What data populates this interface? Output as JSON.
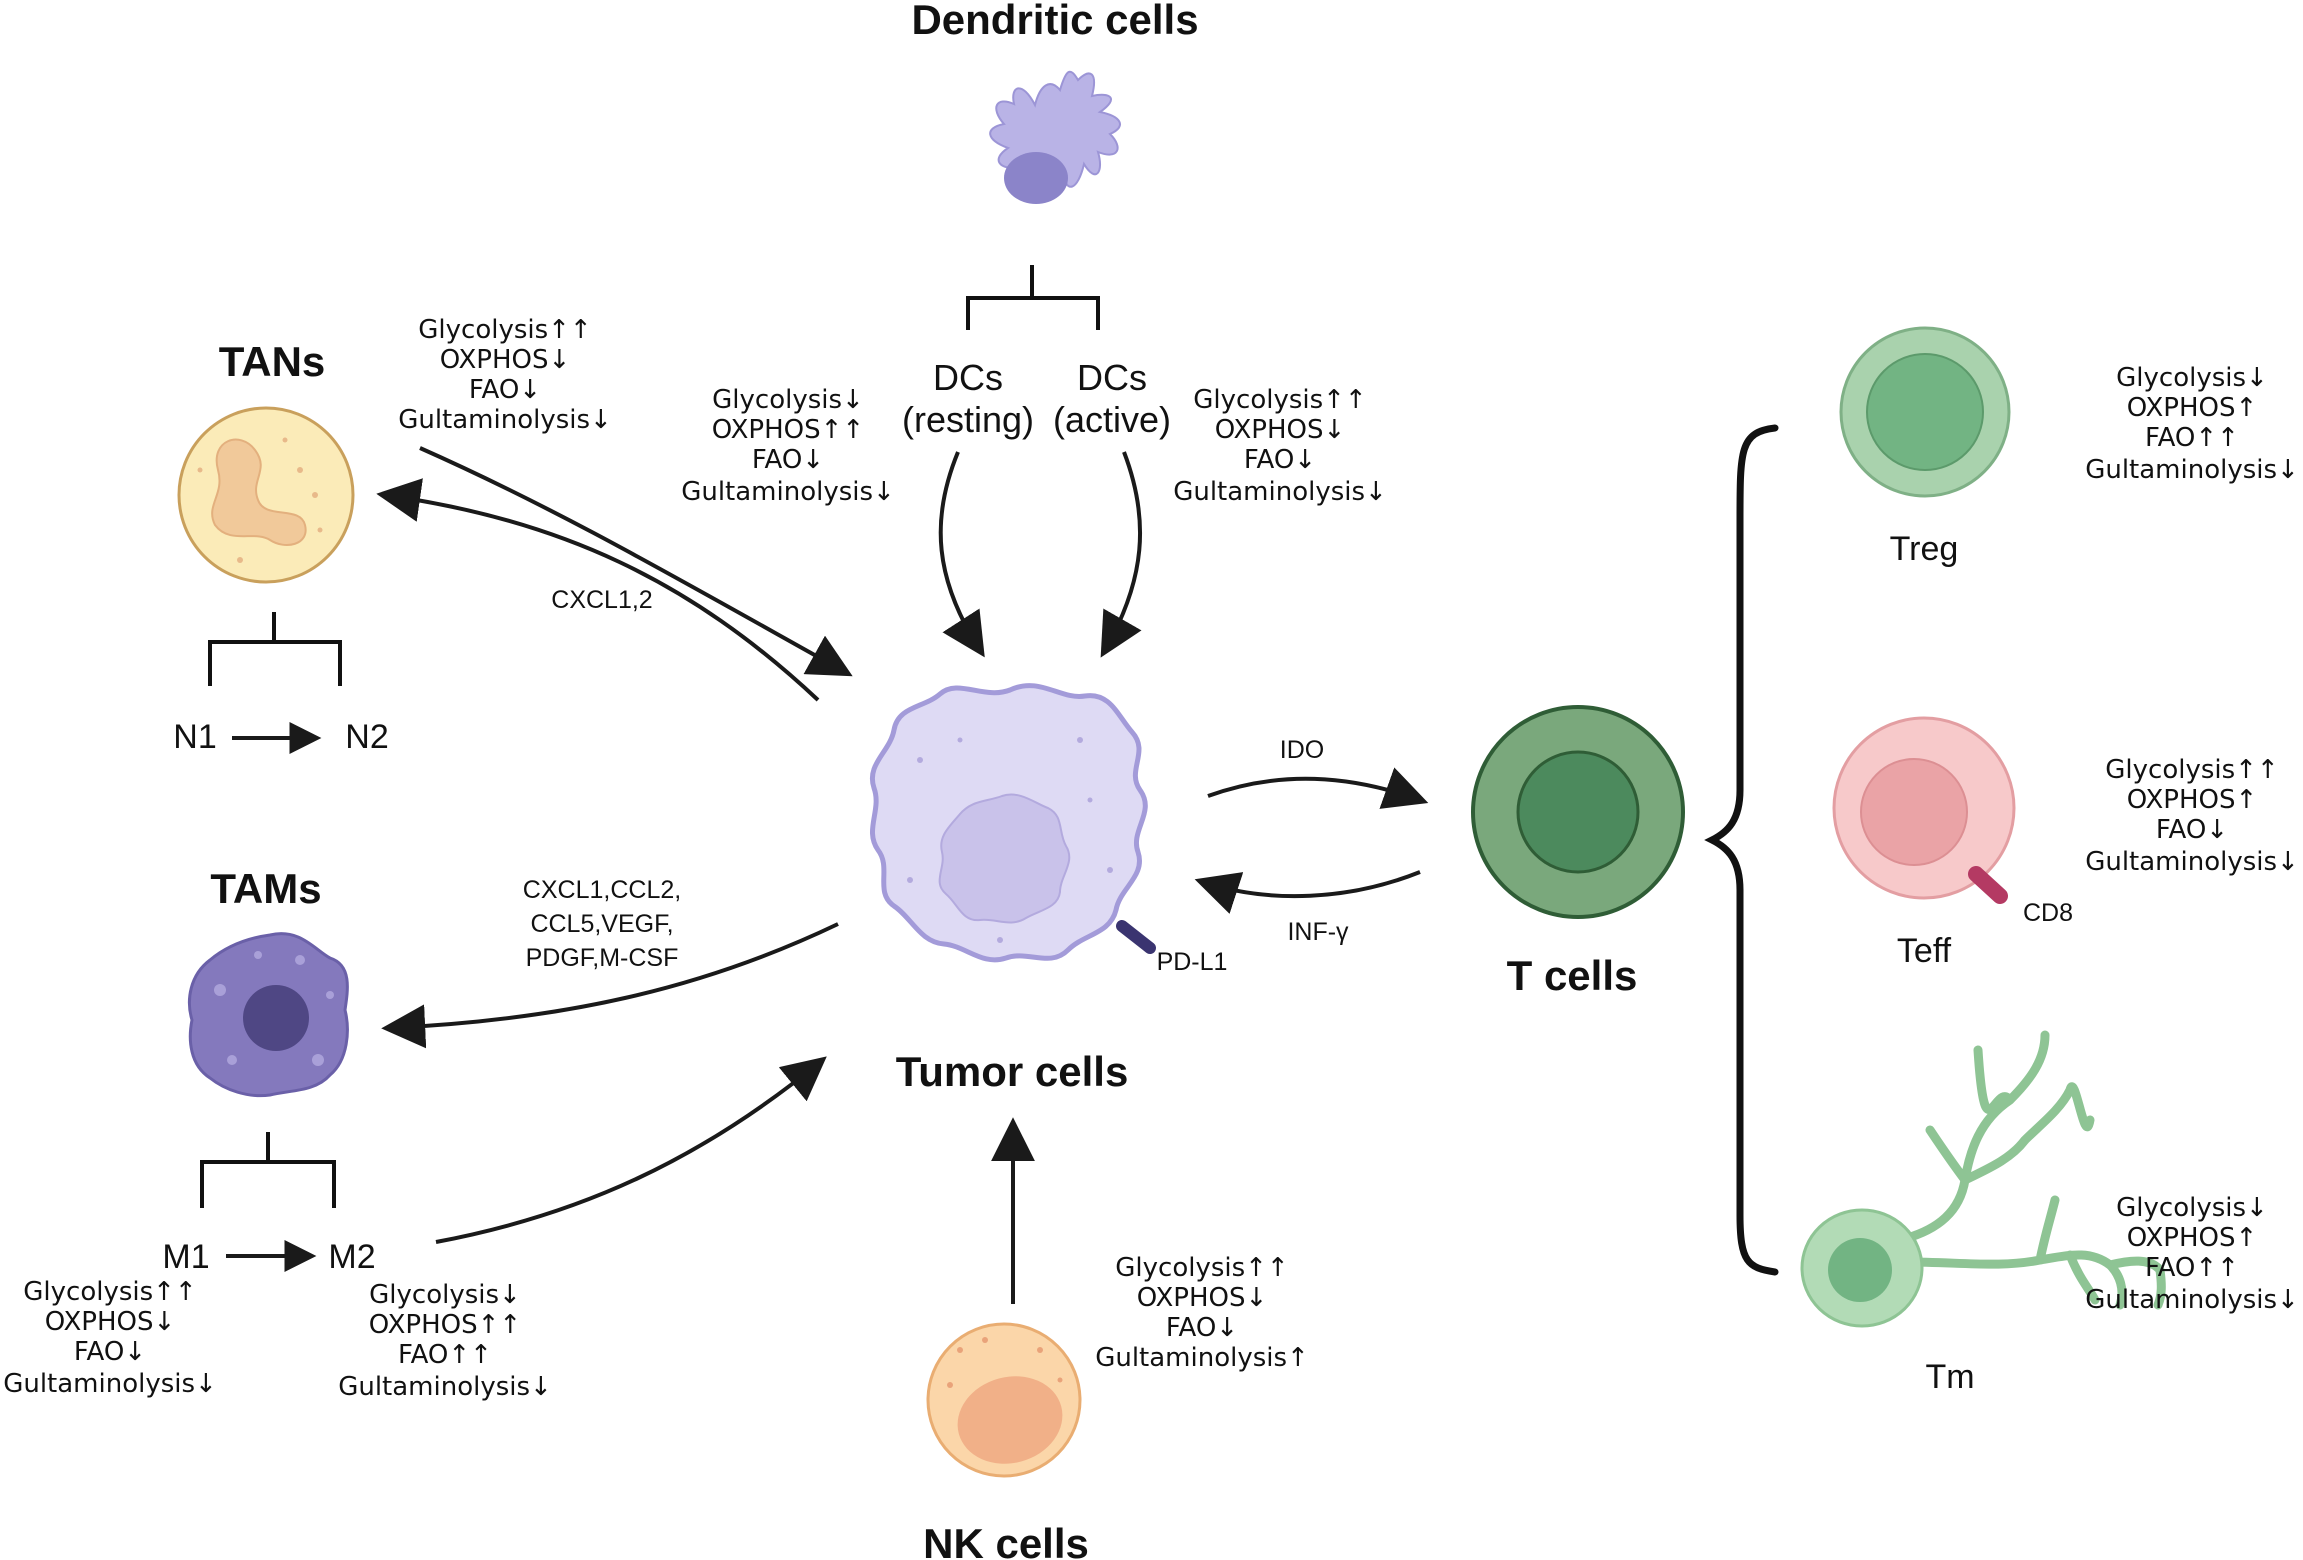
{
  "titles": {
    "dendritic": "Dendritic cells",
    "tans": "TANs",
    "tams": "TAMs",
    "tumor": "Tumor cells",
    "tcells": "T cells",
    "nk": "NK cells"
  },
  "labels": {
    "dcs_resting_1": "DCs",
    "dcs_resting_2": "(resting)",
    "dcs_active_1": "DCs",
    "dcs_active_2": "(active)",
    "n1": "N1",
    "n2": "N2",
    "m1": "M1",
    "m2": "M2",
    "treg": "Treg",
    "teff": "Teff",
    "tm": "Tm",
    "cd8": "CD8",
    "pdl1": "PD-L1",
    "ido": "IDO",
    "infg": "INF-γ",
    "cxcl12": "CXCL1,2",
    "tam_signals": [
      "CXCL1,CCL2,",
      "CCL5,VEGF,",
      "PDGF,M-CSF"
    ]
  },
  "metabolism": {
    "tans": [
      "Glycolysis↑↑",
      "OXPHOS↓",
      "FAO↓",
      "Gultaminolysis↓"
    ],
    "dcs_resting": [
      "Glycolysis↓",
      "OXPHOS↑↑",
      "FAO↓",
      "Gultaminolysis↓"
    ],
    "dcs_active": [
      "Glycolysis↑↑",
      "OXPHOS↓",
      "FAO↓",
      "Gultaminolysis↓"
    ],
    "m1": [
      "Glycolysis↑↑",
      "OXPHOS↓",
      "FAO↓",
      "Gultaminolysis↓"
    ],
    "m2": [
      "Glycolysis↓",
      "OXPHOS↑↑",
      "FAO↑↑",
      "Gultaminolysis↓"
    ],
    "nk": [
      "Glycolysis↑↑",
      "OXPHOS↓",
      "FAO↓",
      "Gultaminolysis↑"
    ],
    "treg": [
      "Glycolysis↓",
      "OXPHOS↑",
      "FAO↑↑",
      "Gultaminolysis↓"
    ],
    "teff": [
      "Glycolysis↑↑",
      "OXPHOS↑",
      "FAO↓",
      "Gultaminolysis↓"
    ],
    "tm": [
      "Glycolysis↓",
      "OXPHOS↑",
      "FAO↑↑",
      "Gultaminolysis↓"
    ]
  },
  "colors": {
    "dc_body": "#b9b3e6",
    "dc_nucleus": "#8b84c9",
    "tan_body": "#fbebb8",
    "tan_nucleus": "#f1c99a",
    "tam_body": "#8479bd",
    "tam_nucleus": "#4f4784",
    "tumor_body": "#dedaf4",
    "tumor_nucleus": "#c9c2ea",
    "tcell_outer": "#7aa87c",
    "tcell_inner": "#4c8a5d",
    "treg_outer": "#a9d2ad",
    "treg_inner": "#72b483",
    "teff_outer": "#f7c9ca",
    "teff_inner": "#eaa3a6",
    "tm_body": "#b2dbb6",
    "tm_nucleus": "#72b483",
    "nk_body": "#fbd6a9",
    "nk_nucleus": "#f1b088",
    "pdl1": "#3a3470",
    "cd8": "#b43a63"
  }
}
